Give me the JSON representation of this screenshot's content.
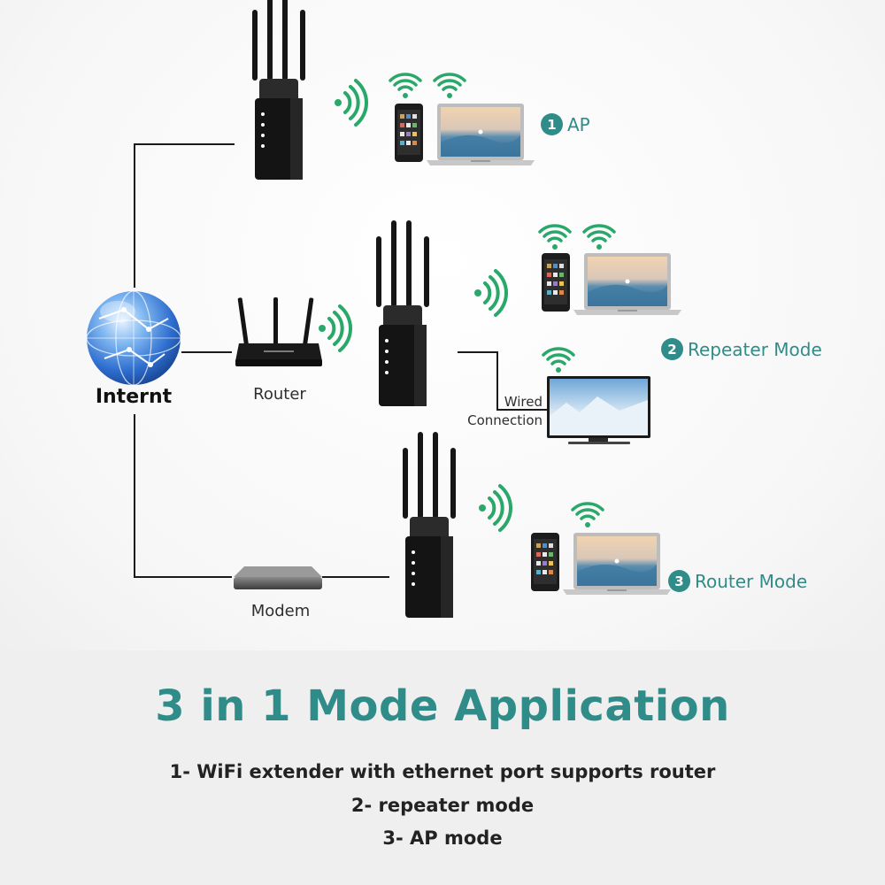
{
  "diagram": {
    "internet_label": "Internt",
    "router_label": "Router",
    "modem_label": "Modem",
    "wired_label_line1": "Wired",
    "wired_label_line2": "Connection",
    "modes": [
      {
        "number": "1",
        "label": "AP"
      },
      {
        "number": "2",
        "label": "Repeater Mode"
      },
      {
        "number": "3",
        "label": "Router Mode"
      }
    ],
    "icons": [
      "globe-icon",
      "router-icon",
      "modem-icon",
      "extender-icon",
      "wifi-signal-icon",
      "smartphone-icon",
      "laptop-icon",
      "tv-icon"
    ]
  },
  "caption": {
    "title": "3 in 1 Mode Application",
    "lines": [
      "1- WiFi extender with ethernet port supports router",
      "2- repeater mode",
      "3- AP mode"
    ]
  },
  "colors": {
    "accent": "#2f8c88",
    "wifi_green": "#2aa86a",
    "device_black": "#141414",
    "globe_blue": "#2f6fd0"
  }
}
